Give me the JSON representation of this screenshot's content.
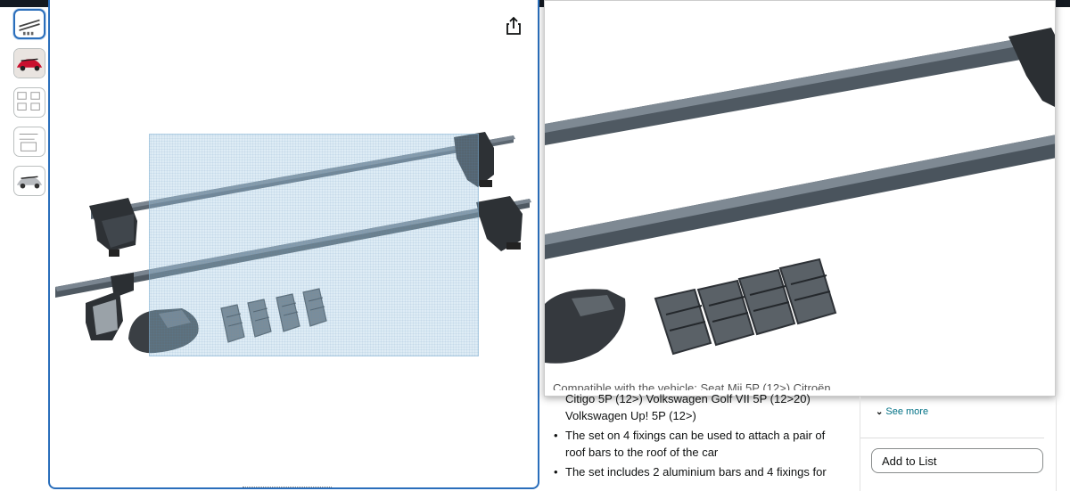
{
  "thumbnails": [
    {
      "name": "thumb-roof-bars",
      "selected": true
    },
    {
      "name": "thumb-red-car",
      "selected": false
    },
    {
      "name": "thumb-instructions-1",
      "selected": false
    },
    {
      "name": "thumb-instructions-2",
      "selected": false
    },
    {
      "name": "thumb-silver-car",
      "selected": false
    }
  ],
  "icons": {
    "share": "share-icon",
    "see_more_chevron": "chevron-down-icon"
  },
  "description": {
    "cut_line": "Compatible with the vehicle: Seat Mii 5P (12>) Citroën",
    "first_bullet_rest": "Citigo 5P (12>) Volkswagen Golf VII 5P (12>20) Volkswagen Up! 5P (12>)",
    "bullets": [
      "The set on 4 fixings can be used to attach a pair of roof bars to the roof of the car",
      "The set includes 2 aluminium bars and 4 fixings for"
    ]
  },
  "buybox": {
    "see_more_label": "See more",
    "add_to_list_label": "Add to List"
  },
  "colors": {
    "selected_border": "#2a6ebb",
    "link": "#007185",
    "top_bar": "#131921"
  }
}
